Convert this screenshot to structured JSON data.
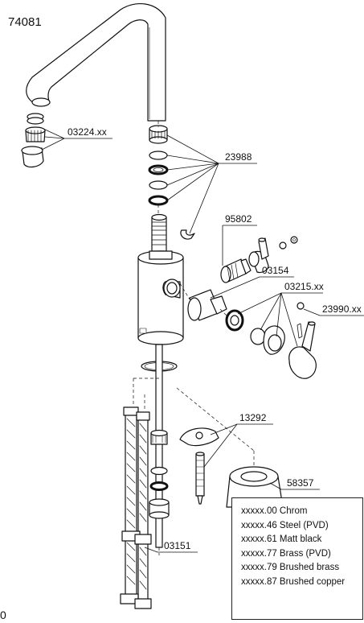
{
  "model_number": "74081",
  "part_labels": {
    "aerator": "03224.xx",
    "spout_seals": "23988",
    "cartridge": "95802",
    "body_insert": "03154",
    "handle_kit": "03215.xx",
    "screw_cap": "23990.xx",
    "mounting_set": "13292",
    "base_ring": "58357",
    "hoses": "03151"
  },
  "legend": {
    "rows": [
      "xxxxx.00 Chrom",
      "xxxxx.46 Steel (PVD)",
      "xxxxx.61 Matt black",
      "xxxxx.77 Brass (PVD)",
      "xxxxx.79 Brushed brass",
      "xxxxx.87 Brushed copper"
    ]
  },
  "corner_mark": "0"
}
